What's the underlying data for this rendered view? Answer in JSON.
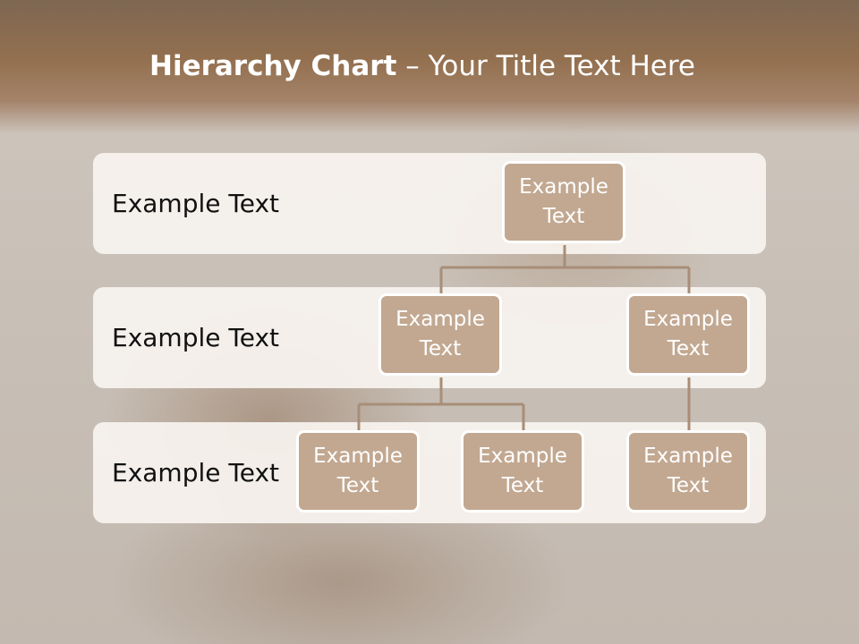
{
  "slide": {
    "title_bold": "Hierarchy Chart",
    "title_rest": " – Your Title Text Here"
  },
  "levels": [
    {
      "label": "Example Text"
    },
    {
      "label": "Example Text"
    },
    {
      "label": "Example Text"
    }
  ],
  "nodes": {
    "root": "Example Text",
    "level2_left": "Example Text",
    "level2_right": "Example Text",
    "level3_a": "Example Text",
    "level3_b": "Example Text",
    "level3_c": "Example Text"
  },
  "colors": {
    "header": "#93704f",
    "node_fill": "#c2a891",
    "connector": "#a88e78"
  }
}
